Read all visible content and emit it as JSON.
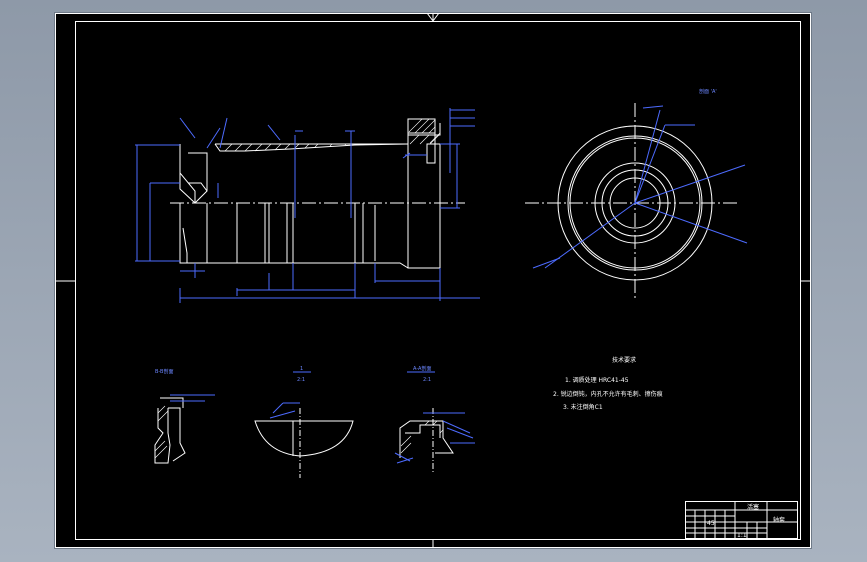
{
  "views": {
    "top_right": "剖面 'A'",
    "section_b": "B-B剖面",
    "detail_1": {
      "number": "1",
      "scale": "2:1"
    },
    "section_a": {
      "title": "A-A剖面",
      "scale": "2:1"
    }
  },
  "notes": {
    "title": "技术要求",
    "items": [
      "1. 调质处理 HRC41-45",
      "2. 锐边倒钝，内孔不允许有毛刺、擦伤痕",
      "3. 未注倒角C1"
    ]
  },
  "title_block": {
    "name": "活塞",
    "part_name": "轴套",
    "material": "45",
    "scale_row": "1:1"
  },
  "colors": {
    "line": "#ffffff",
    "dimension": "#4d6bff",
    "background": "#000000"
  }
}
